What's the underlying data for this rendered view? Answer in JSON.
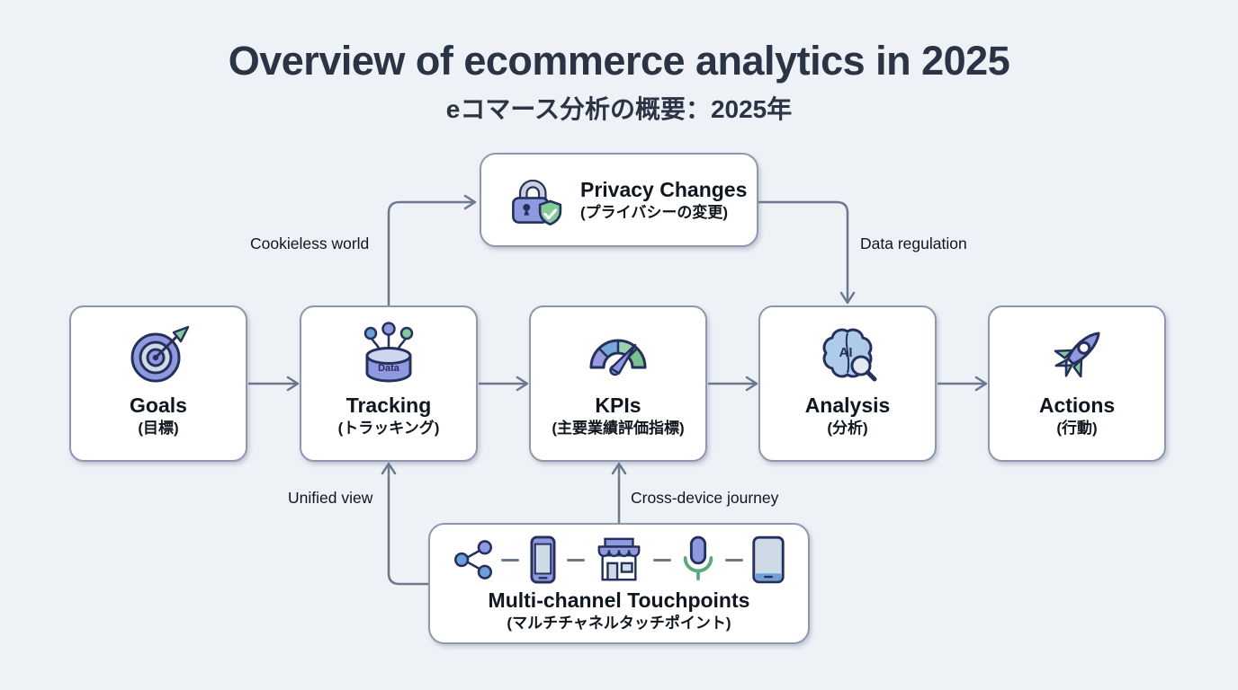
{
  "colors": {
    "background": "#eef1f6",
    "node_bg": "#ffffff",
    "node_border": "#8e97ad",
    "connector": "#6c7890",
    "heading": "#2b3444",
    "text": "#10161f",
    "icon_outline": "#25305c",
    "periwinkle": "#8f99e0",
    "periwinkle_light": "#ccd6ef",
    "blue": "#6f9fd8",
    "blue_light": "#aecbe9",
    "green": "#82ca97",
    "green_stroke": "#5aa97c",
    "gray": "#c9d0de",
    "gray_light": "#e3e9f0",
    "screen": "#cfdae7",
    "gauge_1": "#9b99de",
    "gauge_2": "#7aa8db",
    "gauge_3": "#9ed2ae",
    "gauge_4": "#7cc190"
  },
  "header": {
    "title": "Overview of ecommerce analytics in 2025",
    "subtitle": "eコマース分析の概要：2025年"
  },
  "flow": {
    "privacy": {
      "title": "Privacy Changes",
      "subtitle": "(プライバシーの変更)",
      "icon": "lock-shield"
    },
    "main": [
      {
        "id": "goals",
        "title": "Goals",
        "subtitle": "(目標)",
        "icon": "target"
      },
      {
        "id": "tracking",
        "title": "Tracking",
        "subtitle": "(トラッキング)",
        "icon": "data-collection"
      },
      {
        "id": "kpis",
        "title": "KPIs",
        "subtitle": "(主要業績評価指標)",
        "icon": "gauge"
      },
      {
        "id": "analysis",
        "title": "Analysis",
        "subtitle": "(分析)",
        "icon": "ai-brain-magnifier"
      },
      {
        "id": "actions",
        "title": "Actions",
        "subtitle": "(行動)",
        "icon": "rocket"
      }
    ],
    "multichannel": {
      "title": "Multi-channel Touchpoints",
      "subtitle": "(マルチチャネルタッチポイント)",
      "icons": [
        "share",
        "smartphone",
        "store",
        "microphone",
        "tablet"
      ]
    }
  },
  "edges": {
    "cookieless_world": "Cookieless world",
    "data_regulation": "Data regulation",
    "unified_view": "Unified view",
    "cross_device_journey": "Cross-device journey"
  },
  "icon_text": {
    "tracking_cylinder": "Data",
    "analysis_brain": "AI"
  }
}
